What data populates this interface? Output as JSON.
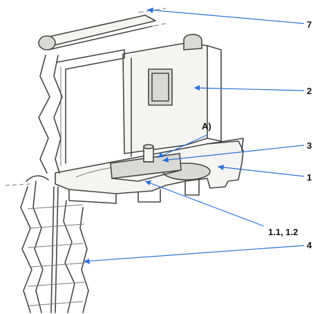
{
  "callouts": [
    {
      "id": "7",
      "text": "7"
    },
    {
      "id": "2",
      "text": "2"
    },
    {
      "id": "A",
      "text": "A)"
    },
    {
      "id": "3",
      "text": "3"
    },
    {
      "id": "1",
      "text": "1"
    },
    {
      "id": "1_1_2",
      "text": "1.1, 1.2"
    },
    {
      "id": "4",
      "text": "4"
    }
  ],
  "colors": {
    "leader": "#2a6fd6",
    "ink": "#444444"
  }
}
